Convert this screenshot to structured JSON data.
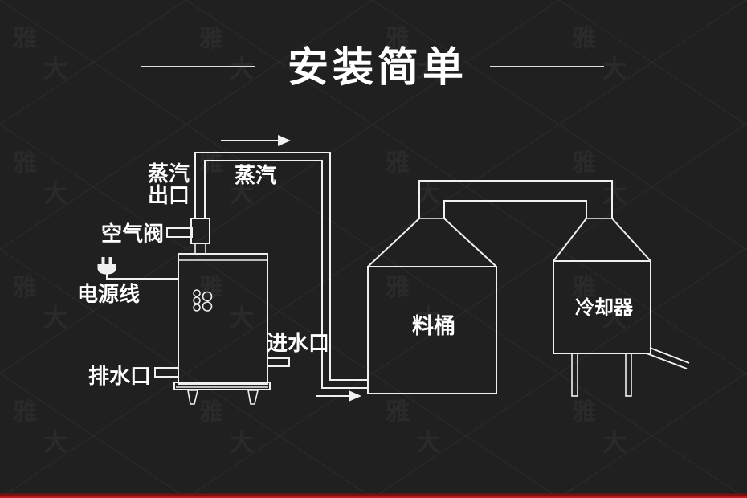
{
  "title": {
    "text": "安装简单"
  },
  "watermark": {
    "char1": "雅",
    "char2": "大"
  },
  "theme": {
    "background": "#202021",
    "line_color": "#f0f0f0",
    "text_color": "#ffffff",
    "rule_color": "#dedede",
    "accent_red": "#b71d1d",
    "accent_red_dark": "#771010"
  },
  "diagram": {
    "labels": {
      "steam_outlet_line1": "蒸汽",
      "steam_outlet_line2": "出口",
      "steam_pipe": "蒸汽",
      "air_valve": "空气阀",
      "power_cord": "电源线",
      "drain_outlet": "排水口",
      "water_inlet": "进水口",
      "material_barrel": "料桶",
      "cooler": "冷却器"
    }
  }
}
